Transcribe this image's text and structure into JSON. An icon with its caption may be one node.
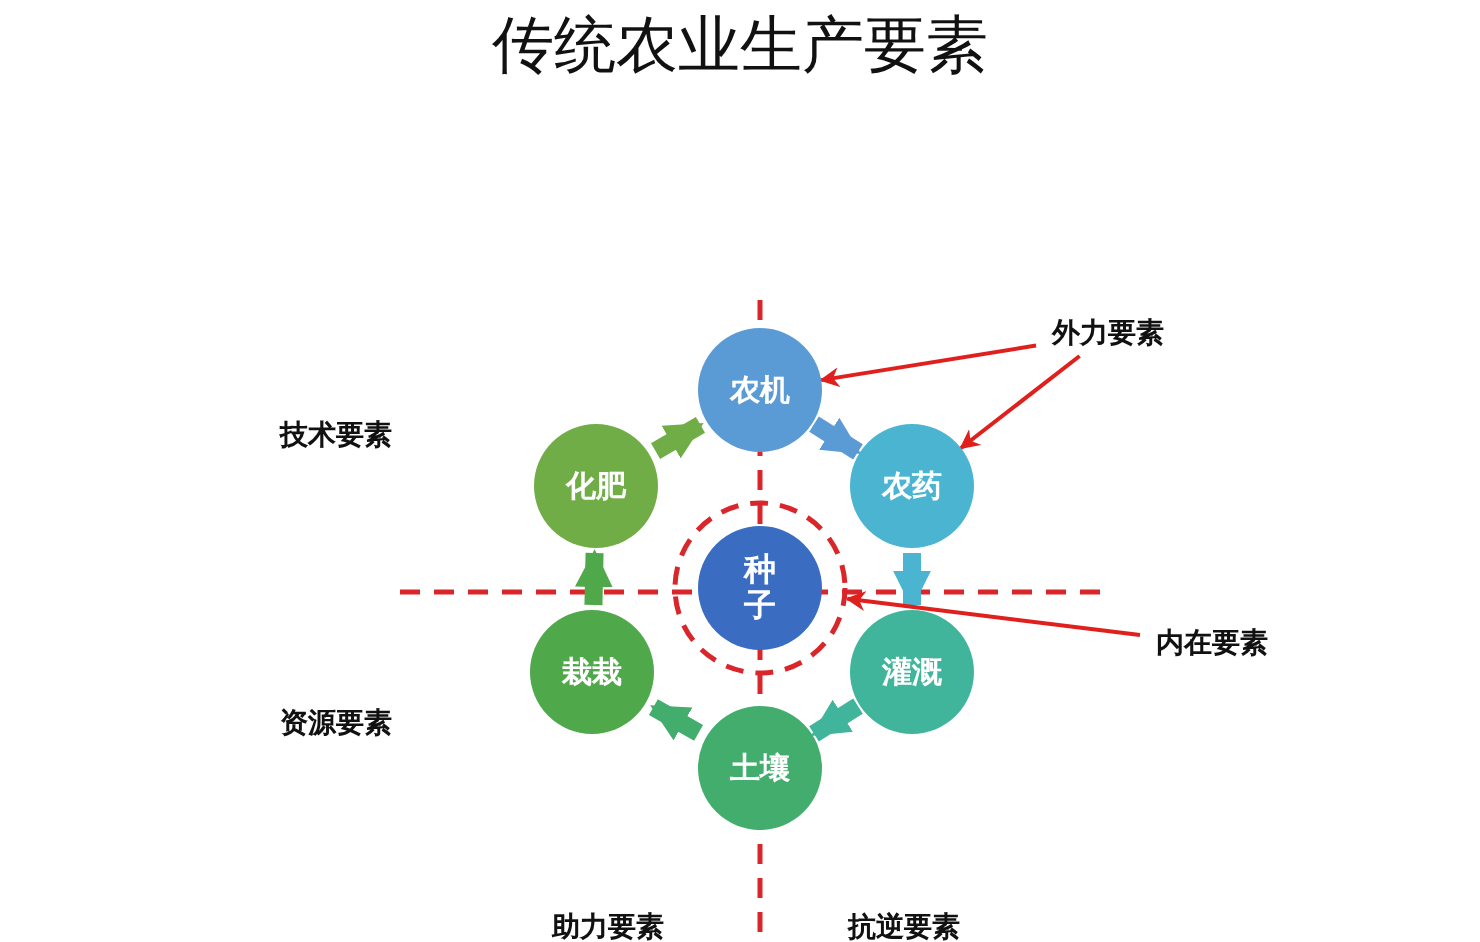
{
  "diagram": {
    "title": "传统农业生产要素",
    "nodes": [
      {
        "text": [
          "农机"
        ]
      },
      {
        "text": [
          "化肥"
        ]
      },
      {
        "text": [
          "农药"
        ]
      },
      {
        "text": [
          "种子"
        ]
      },
      {
        "text": [
          "栽栽"
        ]
      },
      {
        "text": [
          "灌溉"
        ]
      },
      {
        "text": [
          "土壤"
        ]
      },
      {
        "text": [
          "外力要素"
        ]
      },
      {
        "text": [
          "内在要素"
        ]
      }
    ],
    "edges": [
      {
        "from": 1,
        "to": 0,
        "arrow": "to",
        "color": "#70ad47"
      },
      {
        "from": 0,
        "to": 2,
        "arrow": "to",
        "color": "#5b9bd5"
      },
      {
        "from": 2,
        "to": 5,
        "arrow": "to",
        "color": "#4bb4d0"
      },
      {
        "from": 5,
        "to": 6,
        "arrow": "to",
        "color": "#40b59c"
      },
      {
        "from": 6,
        "to": 4,
        "arrow": "to",
        "color": "#42ad6c"
      },
      {
        "from": 4,
        "to": 1,
        "arrow": "to",
        "color": "#4fa84a"
      },
      {
        "from": 7,
        "to": 0,
        "arrow": "to",
        "color": "#e0201c"
      },
      {
        "from": 7,
        "to": 2,
        "arrow": "to",
        "color": "#e0201c"
      },
      {
        "from": 8,
        "to": 3,
        "arrow": "to",
        "color": "#e0201c"
      }
    ],
    "labels": [
      "技术要素",
      "资源要素",
      "助力要素",
      "抗逆要素"
    ]
  }
}
